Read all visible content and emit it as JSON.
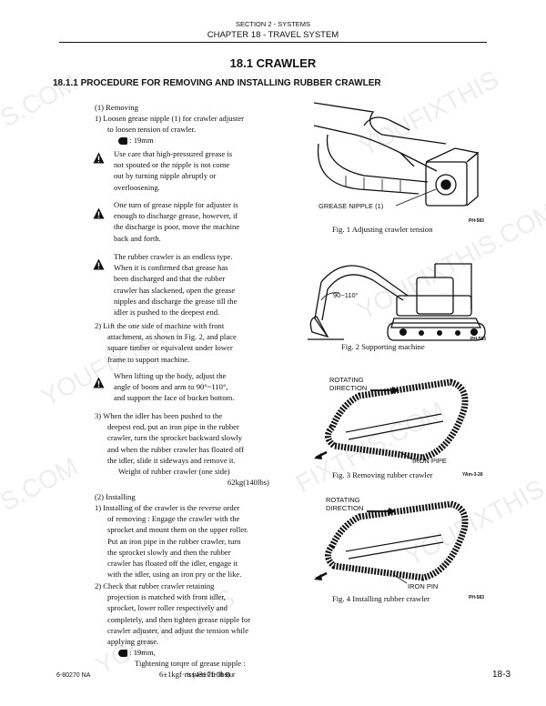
{
  "header": {
    "section": "SECTION 2 - SYSTEMS",
    "chapter": "CHAPTER 18 - TRAVEL SYSTEM"
  },
  "title": "18.1 CRAWLER",
  "subtitle": "18.1.1 PROCEDURE FOR REMOVING AND INSTALLING RUBBER CRAWLER",
  "removing": {
    "heading": "(1)  Removing",
    "step1": [
      "1)  Loosen grease nipple (1) for crawler adjuster",
      "to loosen tension of crawler."
    ],
    "tool1": ": 19mm",
    "warn1": [
      "Use care that high-pressured grease is",
      "not spouted or the nipple is not come",
      "out by turning nipple abruptly or",
      "overloosening."
    ],
    "warn2": [
      "One turn of grease nipple for adjuster is",
      "enough to discharge grease, however, if",
      "the discharge is poor, move the machine",
      "back and forth."
    ],
    "warn3": [
      "The rubber crawler is an endless type.",
      "When it is confirmed that grease has",
      "been discharged and that the rubber",
      "crawler has slackened, open the grease",
      "nipples and discharge the grease till the",
      "idler is pushed to the deepest end."
    ],
    "step2": [
      "2)  Lift the one side of machine with front",
      "attachment, as shown in Fig. 2, and place",
      "square timber or equivalent under lower",
      "frame to support machine."
    ],
    "warn4": [
      "When lifting up the body, adjust the",
      "angle of boom and arm to 90°~110°,",
      "and support the face of bucket bottom."
    ],
    "step3": [
      "3)  When the idler has been pushed to the",
      "deepest end, put an iron pipe in the rubber",
      "crawler, turn the sprocket backward slowly",
      "and when the rubber crawler has floated off",
      "the idler, slide it sideways and remove it."
    ],
    "weight_label": "Weight of rubber crawler (one side)",
    "weight_value": "62kg(140lbs)"
  },
  "installing": {
    "heading": "(2)  Installing",
    "step1": [
      "1)  Installing of the crawler is the reverse order",
      "of removing : Engage the crawler with the",
      "sprocket and mount them on the upper roller.",
      "Put an iron pipe in the rubber crawler, turn",
      "the sprocket slowly and then the rubber",
      "crawler has floated off the idler, engage it",
      "with the idler, using an iron pry or the like."
    ],
    "step2": [
      "2)  Check that rubber crawler retaining",
      "projection is matched with front idler,",
      "sprocket, lower roller respectively and",
      "completely, and then tighten grease nipple for",
      "crawler adjuster, and adjust the tension while",
      "applying grease."
    ],
    "tool2": ": 19mm,",
    "torque_label": "Tightening torqre of grease nipple :",
    "torque_value": "6±1kgf·m (43±7ft·lbs)"
  },
  "figures": {
    "fig1": {
      "label": "GREASE NIPPLE (1)",
      "caption": "Fig. 1   Adjusting crawler tension",
      "code": "PH-583"
    },
    "fig2": {
      "label": "90~110°",
      "caption": "Fig. 2   Supporting machine",
      "code": "PH-583"
    },
    "fig3": {
      "label_top": [
        "ROTATING",
        "DIRECTION"
      ],
      "label_bottom": "IRON PIPE",
      "caption": "Fig. 3   Removing rubber crawler",
      "code": "YAm-3-26"
    },
    "fig4": {
      "label_top": [
        "ROTATING",
        "DIRECTION"
      ],
      "label_bottom": "IRON PIN",
      "caption": "Fig. 4   Installing rubber crawler",
      "code": "PH-583"
    }
  },
  "watermarks": [
    "S.COM",
    "YOUFIXTHIS",
    "YOUFIXTHIS.COM",
    "YOUFIXTHIS",
    "S.COM",
    "FIXTHIS.COM",
    "YOUFIXTHIS",
    "YOUFIXTHIS"
  ],
  "footer": {
    "left": "6-80270 NA",
    "issued": "Issued 01-06    Bur",
    "page": "18-3"
  }
}
